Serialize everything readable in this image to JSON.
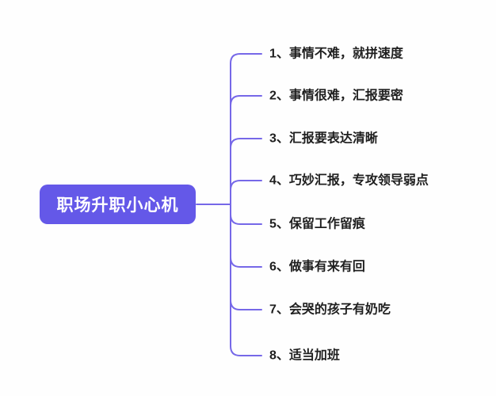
{
  "root": {
    "label": "职场升职小心机"
  },
  "branches": [
    {
      "label": "1、事情不难，就拼速度"
    },
    {
      "label": "2、事情很难，汇报要密"
    },
    {
      "label": "3、汇报要表达清晰"
    },
    {
      "label": "4、巧妙汇报，专攻领导弱点"
    },
    {
      "label": "5、保留工作留痕"
    },
    {
      "label": "6、做事有来有回"
    },
    {
      "label": "7、会哭的孩子有奶吃"
    },
    {
      "label": "8、适当加班"
    }
  ],
  "colors": {
    "background": "#fefefe",
    "node_fill": "#6458e8",
    "node_text": "#ffffff",
    "line": "#7668e8",
    "branch_text": "#1f1f1f"
  }
}
